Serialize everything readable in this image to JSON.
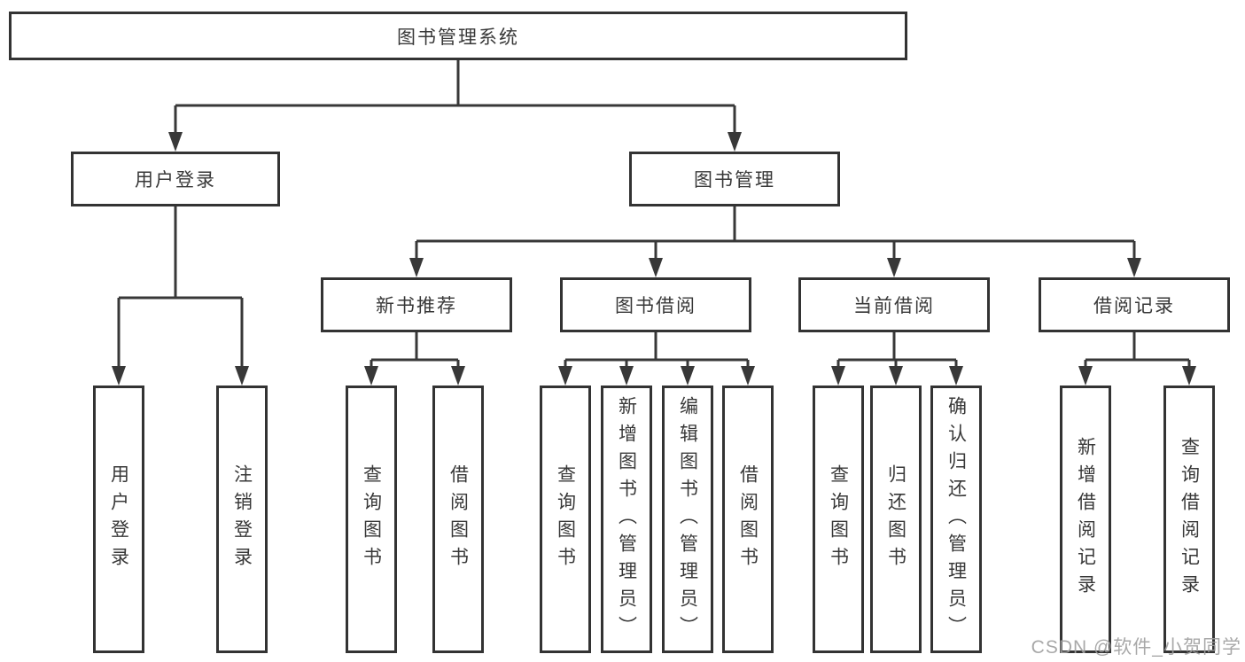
{
  "tree": {
    "label": "图书管理系统",
    "children": [
      {
        "label": "用户登录",
        "children": [
          {
            "label": "用户登录"
          },
          {
            "label": "注销登录"
          }
        ]
      },
      {
        "label": "图书管理",
        "children": [
          {
            "label": "新书推荐",
            "children": [
              {
                "label": "查询图书"
              },
              {
                "label": "借阅图书"
              }
            ]
          },
          {
            "label": "图书借阅",
            "children": [
              {
                "label": "查询图书"
              },
              {
                "label": "新增图书（管理员）"
              },
              {
                "label": "编辑图书（管理员）"
              },
              {
                "label": "借阅图书"
              }
            ]
          },
          {
            "label": "当前借阅",
            "children": [
              {
                "label": "查询图书"
              },
              {
                "label": "归还图书"
              },
              {
                "label": "确认归还（管理员）"
              }
            ]
          },
          {
            "label": "借阅记录",
            "children": [
              {
                "label": "新增借阅记录"
              },
              {
                "label": "查询借阅记录"
              }
            ]
          }
        ]
      }
    ]
  },
  "watermark": "CSDN @软件_小贺同学",
  "colors": {
    "line": "#383838",
    "box_border": "#333333",
    "text": "#383838",
    "background": "#ffffff",
    "watermark": "#9f9f9f"
  }
}
